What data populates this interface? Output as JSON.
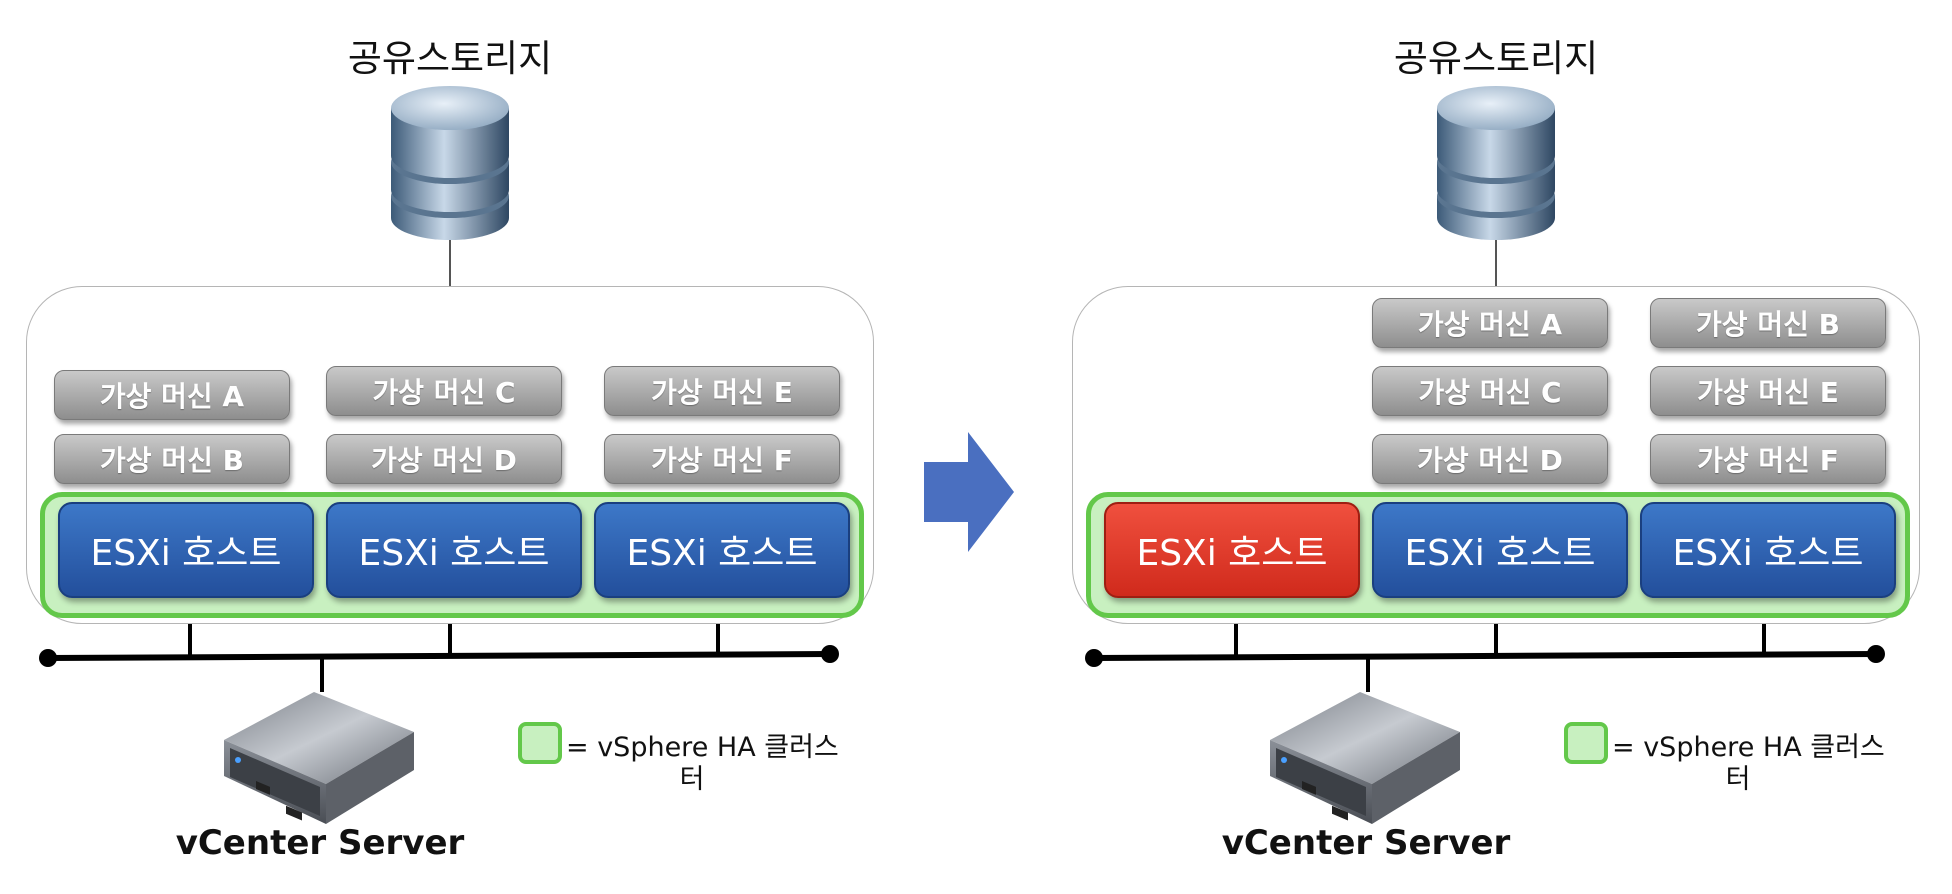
{
  "left_panel": {
    "storage_label": "공유스토리지",
    "vms": [
      {
        "label": "가상 머신 A"
      },
      {
        "label": "가상 머신 B"
      },
      {
        "label": "가상 머신 C"
      },
      {
        "label": "가상 머신 D"
      },
      {
        "label": "가상 머신 E"
      },
      {
        "label": "가상 머신 F"
      }
    ],
    "hosts": [
      {
        "label": "ESXi 호스트",
        "status": "normal"
      },
      {
        "label": "ESXi 호스트",
        "status": "normal"
      },
      {
        "label": "ESXi 호스트",
        "status": "normal"
      }
    ],
    "vcenter_label": "vCenter Server",
    "legend": {
      "line1": "= vSphere HA 클러스",
      "line2": "터"
    }
  },
  "right_panel": {
    "storage_label": "공유스토리지",
    "vms": [
      {
        "label": "가상 머신 A"
      },
      {
        "label": "가상 머신 B"
      },
      {
        "label": "가상 머신 C"
      },
      {
        "label": "가상 머신 E"
      },
      {
        "label": "가상 머신 D"
      },
      {
        "label": "가상 머신 F"
      }
    ],
    "hosts": [
      {
        "label": "ESXi 호스트",
        "status": "failed"
      },
      {
        "label": "ESXi 호스트",
        "status": "normal"
      },
      {
        "label": "ESXi 호스트",
        "status": "normal"
      }
    ],
    "vcenter_label": "vCenter Server",
    "legend": {
      "line1": "= vSphere HA 클러스",
      "line2": "터"
    }
  },
  "colors": {
    "host_normal": "#2b5aa8",
    "host_failed": "#e33b2a",
    "cluster_border": "#63c84a",
    "cluster_fill": "#c8f0c0",
    "vm_fill": "#a8a8a8",
    "arrow": "#4a6fc0"
  },
  "icons": {
    "storage": "database-cylinder-icon",
    "vcenter": "server-icon",
    "transition": "right-arrow-icon"
  }
}
